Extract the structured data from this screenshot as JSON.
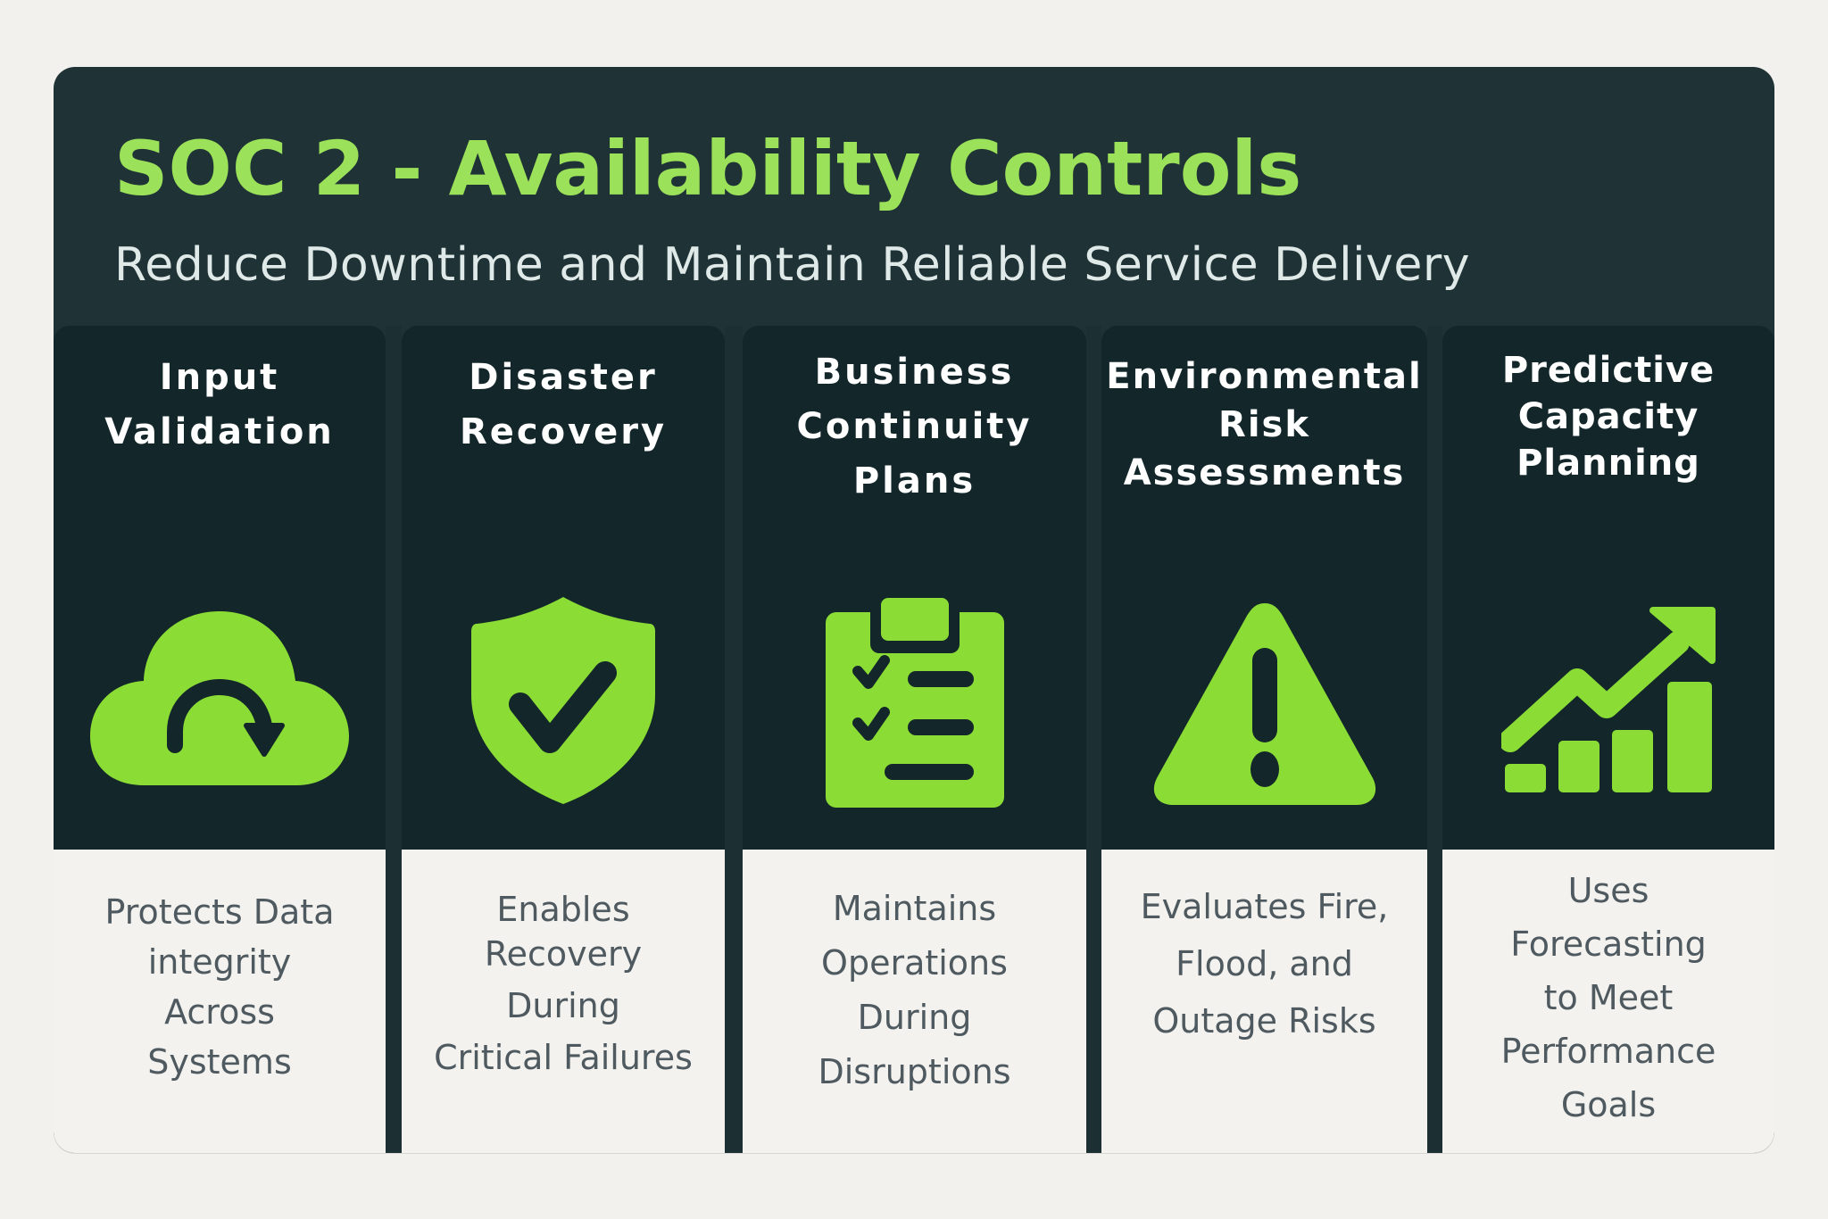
{
  "header": {
    "title": "SOC 2 - Availability Controls",
    "subtitle": "Reduce Downtime and Maintain Reliable Service Delivery"
  },
  "colors": {
    "page_background": "#f2f1ed",
    "panel_background": "#1f3236",
    "card_background": "#13262a",
    "accent_green": "#8bdd36",
    "title_green": "#9be15a",
    "description_background": "#f3f2ee",
    "description_text": "#4f5a60"
  },
  "controls": [
    {
      "title_lines": [
        "Input",
        "Validation"
      ],
      "icon": "cloud-sync-icon",
      "description_lines": [
        "Protects Data",
        "integrity",
        "Across",
        "Systems"
      ]
    },
    {
      "title_lines": [
        "Disaster",
        "Recovery"
      ],
      "icon": "shield-check-icon",
      "description_lines": [
        "Enables",
        "Recovery",
        "During",
        "Critical Failures"
      ]
    },
    {
      "title_lines": [
        "Business",
        "Continuity",
        "Plans"
      ],
      "icon": "clipboard-checklist-icon",
      "description_lines": [
        "Maintains",
        "Operations",
        "During",
        "Disruptions"
      ]
    },
    {
      "title_lines": [
        "Environmental",
        "Risk",
        "Assessments"
      ],
      "icon": "warning-triangle-icon",
      "description_lines": [
        "Evaluates Fire,",
        "Flood, and",
        "Outage Risks"
      ]
    },
    {
      "title_lines": [
        "Predictive",
        "Capacity",
        "Planning"
      ],
      "icon": "growth-chart-icon",
      "description_lines": [
        "Uses",
        "Forecasting",
        "to Meet",
        "Performance",
        "Goals"
      ]
    }
  ]
}
